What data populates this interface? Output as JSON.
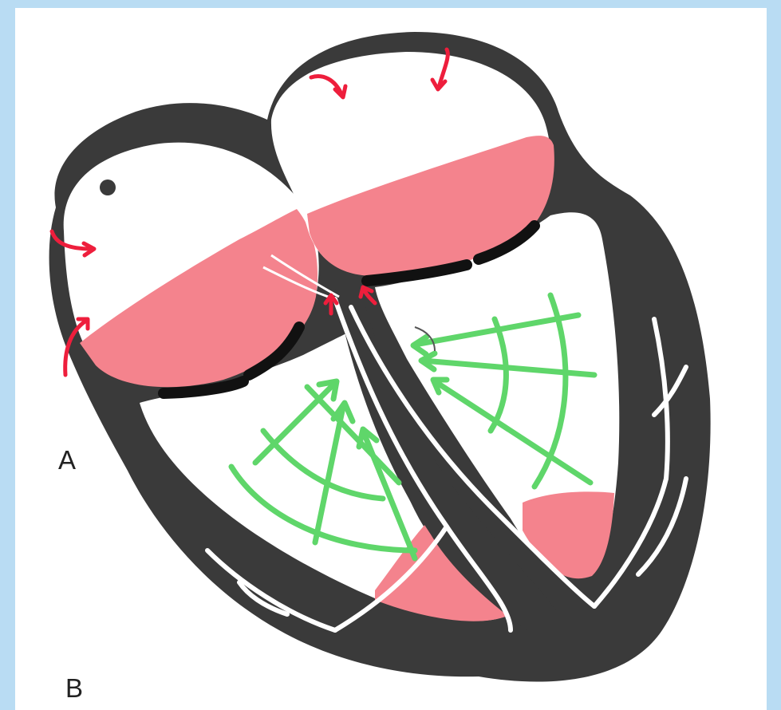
{
  "panel_labels": {
    "a": "A",
    "b": "B"
  },
  "colors": {
    "background": "#b9dcf3",
    "panel": "#ffffff",
    "myocardium": "#3a3a3a",
    "blood_fill": "#f4838d",
    "valve_closed": "#111111",
    "conduction_path": "#ffffff",
    "inflow_arrows": "#ee1e3c",
    "contraction_arrows": "#5fd66a"
  },
  "icons": [
    "red-inflow-arrow",
    "green-contraction-arrow",
    "sa-node-dot"
  ]
}
